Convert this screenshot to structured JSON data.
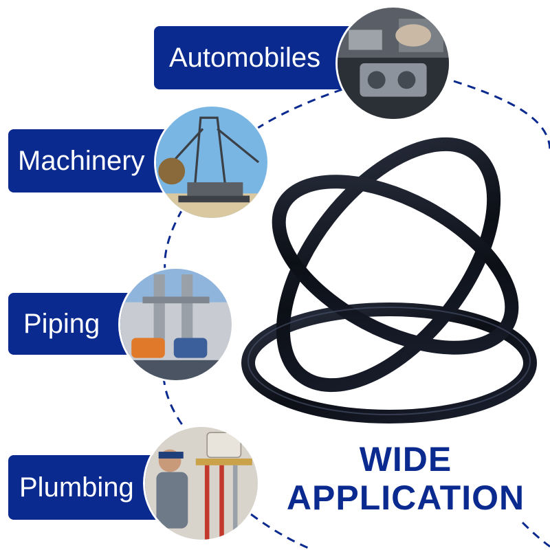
{
  "categories": [
    {
      "label": "Automobiles",
      "icon": "car-engine-icon"
    },
    {
      "label": "Machinery",
      "icon": "excavator-icon"
    },
    {
      "label": "Piping",
      "icon": "pump-pipes-icon"
    },
    {
      "label": "Plumbing",
      "icon": "plumber-icon"
    }
  ],
  "headline": {
    "line1": "WIDE",
    "line2": "APPLICATION"
  },
  "colors": {
    "brand_blue": "#0b2a8f",
    "ring_black": "#0c0f16",
    "background": "#ffffff"
  }
}
